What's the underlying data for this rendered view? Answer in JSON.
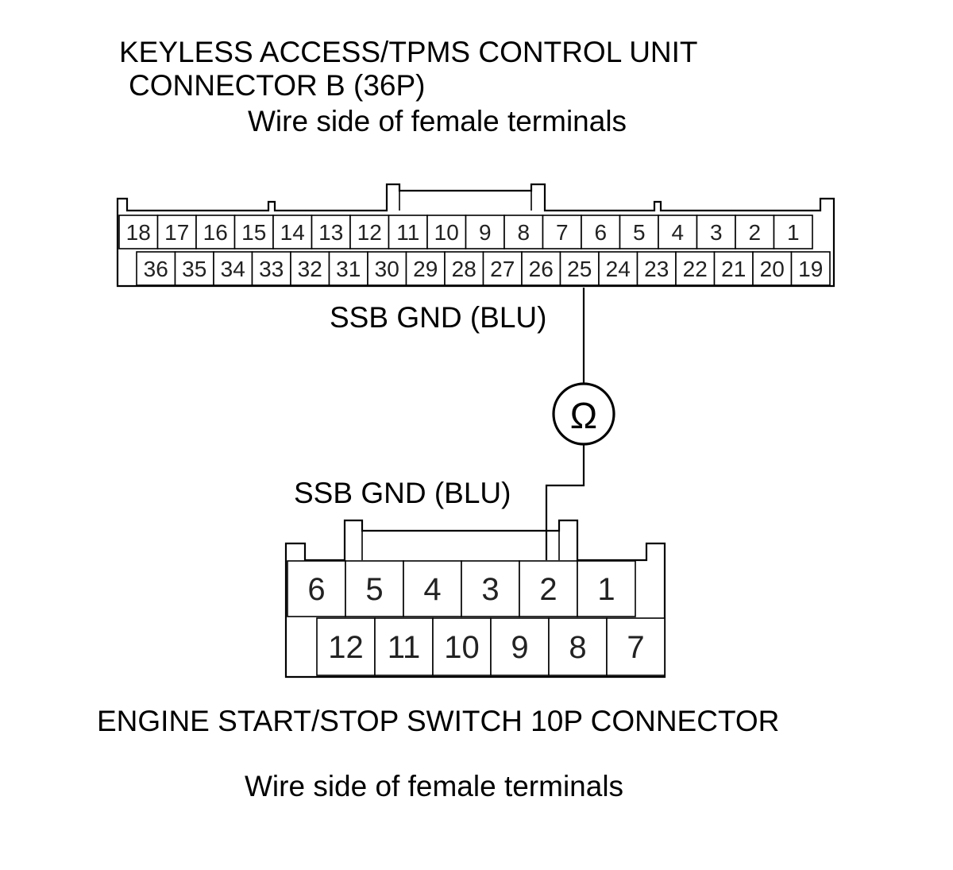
{
  "connector_b": {
    "title_line1": "KEYLESS ACCESS/TPMS CONTROL UNIT",
    "title_line2": "CONNECTOR B (36P)",
    "view_note": "Wire side of female terminals",
    "top_row": [
      "18",
      "17",
      "16",
      "15",
      "14",
      "13",
      "12",
      "11",
      "10",
      "9",
      "8",
      "7",
      "6",
      "5",
      "4",
      "3",
      "2",
      "1"
    ],
    "bottom_row": [
      "36",
      "35",
      "34",
      "33",
      "32",
      "31",
      "30",
      "29",
      "28",
      "27",
      "26",
      "25",
      "24",
      "23",
      "22",
      "21",
      "20",
      "19"
    ]
  },
  "connector_switch": {
    "title": "ENGINE START/STOP SWITCH 10P CONNECTOR",
    "view_note": "Wire side of female terminals",
    "top_row": [
      "6",
      "5",
      "4",
      "3",
      "2",
      "1"
    ],
    "bottom_row": [
      "12",
      "11",
      "10",
      "9",
      "8",
      "7"
    ]
  },
  "wire": {
    "upper_label": "SSB GND (BLU)",
    "lower_label": "SSB GND (BLU)",
    "from_pin": "25",
    "to_pin": "2"
  },
  "meter": {
    "symbol": "Ω",
    "icon": "ohmmeter-icon"
  }
}
